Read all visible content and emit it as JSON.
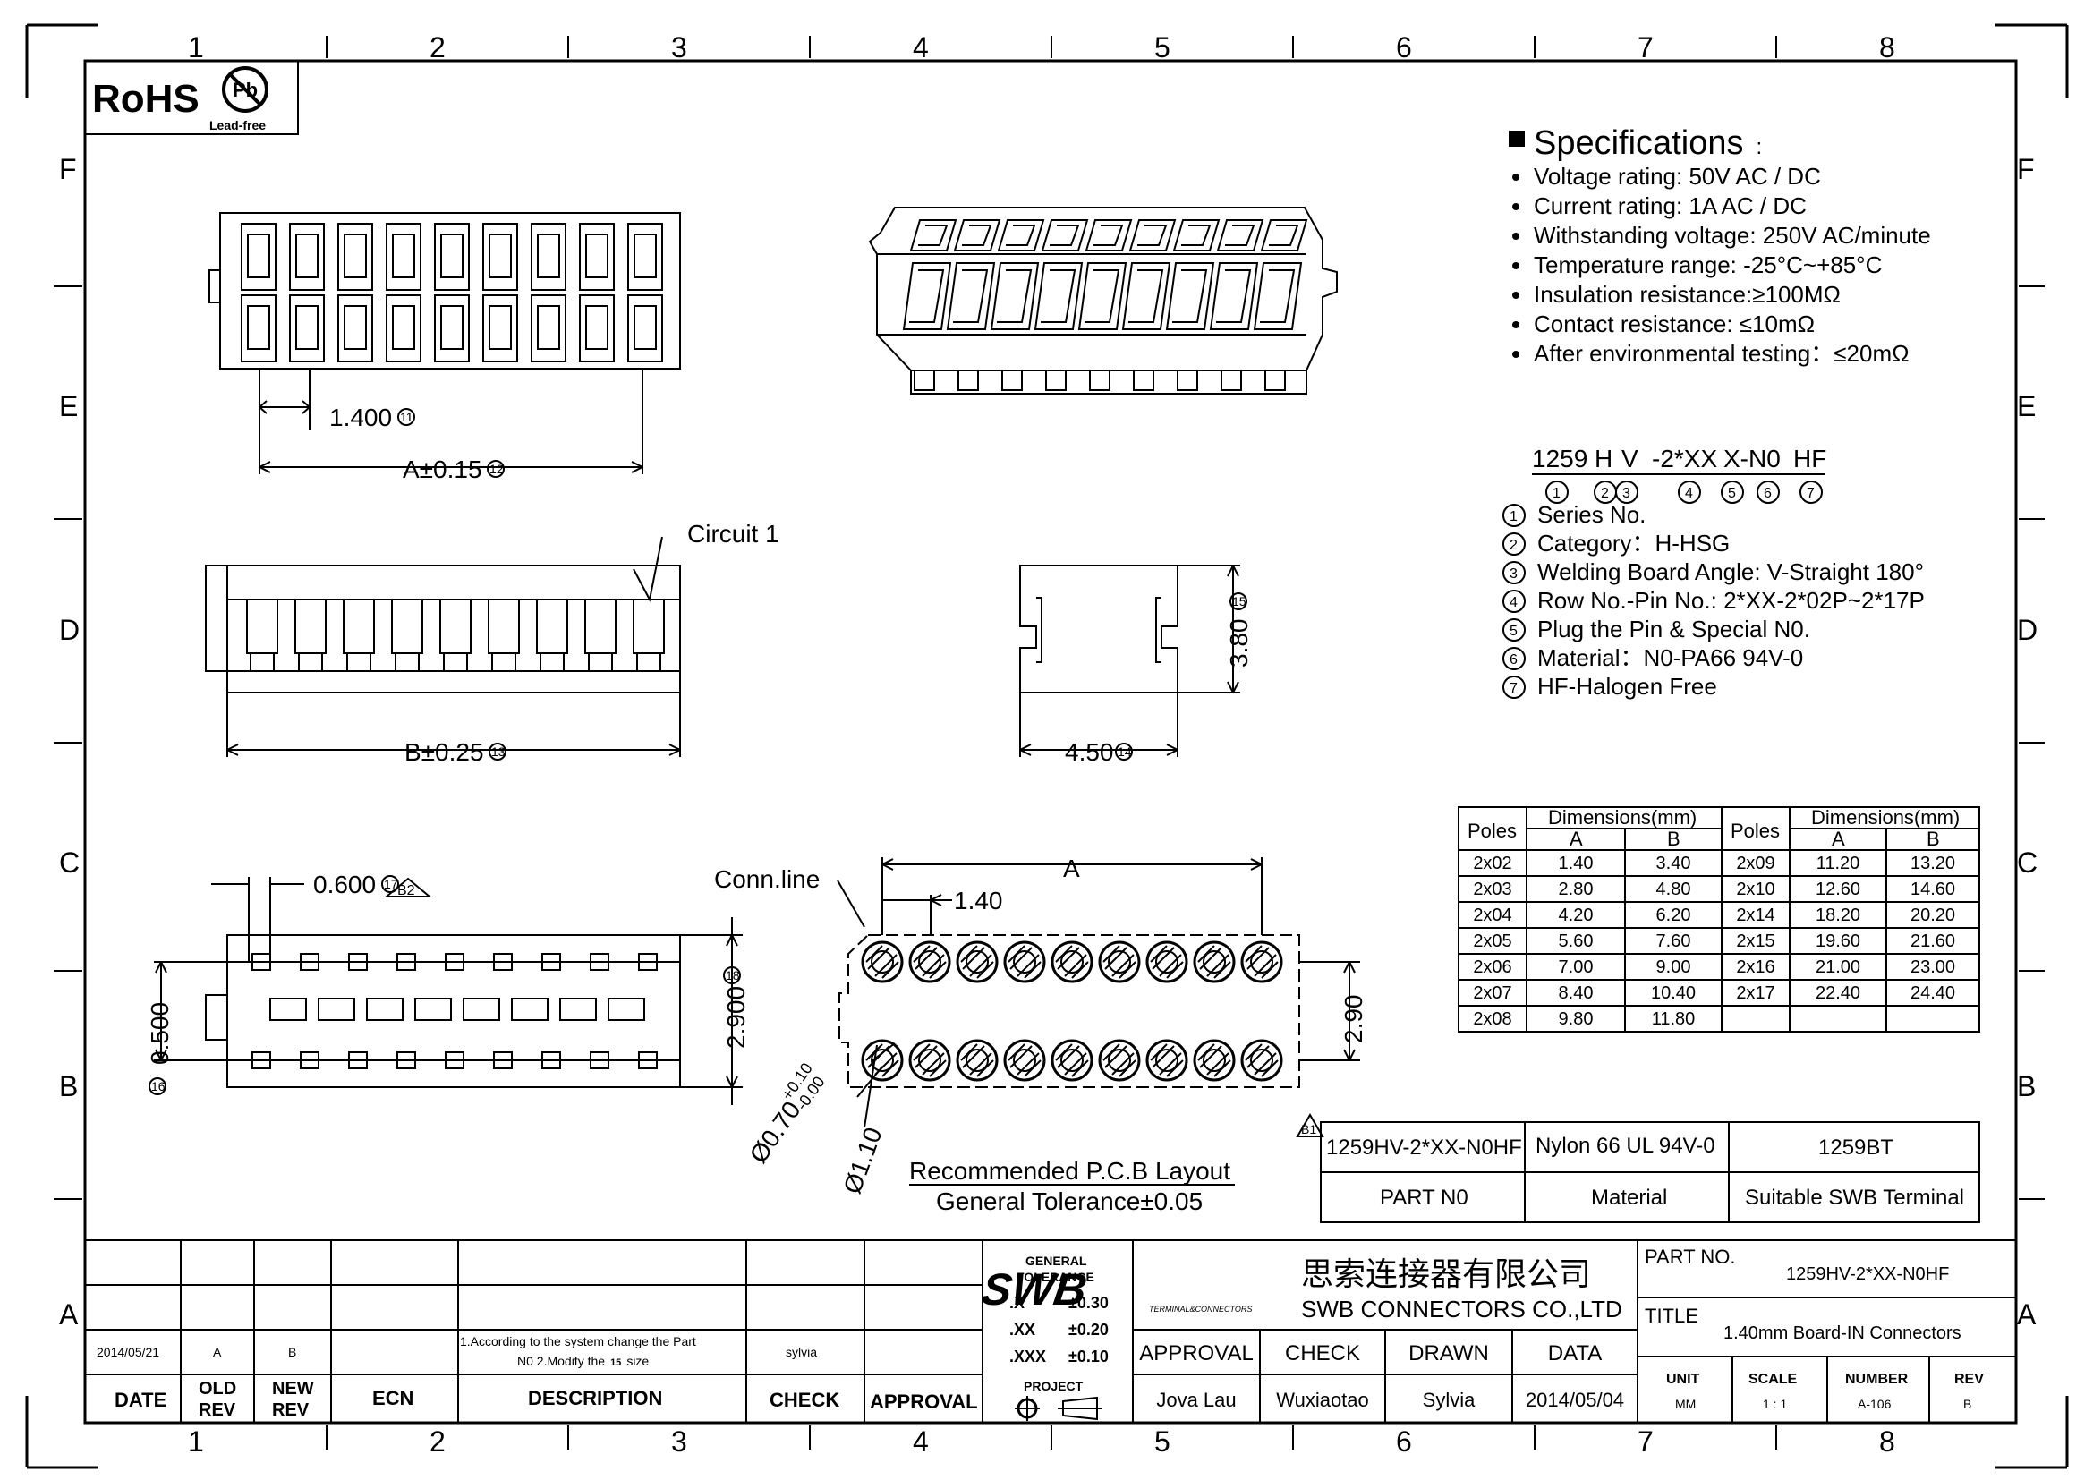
{
  "border": {
    "columns": [
      "1",
      "2",
      "3",
      "4",
      "5",
      "6",
      "7",
      "8"
    ],
    "rows": [
      "F",
      "E",
      "D",
      "C",
      "B",
      "A"
    ]
  },
  "rohs": {
    "label": "RoHS",
    "pb": "Pb",
    "lead_free": "Lead-free"
  },
  "specifications": {
    "title": "Specifications",
    "colon": ":",
    "items": [
      "Voltage rating: 50V AC / DC",
      "Current rating: 1A  AC / DC",
      "Withstanding voltage: 250V AC/minute",
      "Temperature range: -25°C~+85°C",
      "Insulation resistance:≥100MΩ",
      "Contact resistance: ≤10mΩ",
      "After environmental testing：≤20mΩ"
    ]
  },
  "part_code": {
    "segments": [
      "1259",
      "H",
      "V",
      "-2*XX",
      "X-N0",
      "HF"
    ],
    "circles": [
      "1",
      "2",
      "3",
      "4",
      "5",
      "6",
      "7"
    ],
    "legend": [
      {
        "n": "1",
        "text": "Series No."
      },
      {
        "n": "2",
        "text": "Category：H-HSG"
      },
      {
        "n": "3",
        "text": "Welding Board Angle:  V-Straight 180°"
      },
      {
        "n": "4",
        "text": "Row No.-Pin No.:  2*XX-2*02P~2*17P"
      },
      {
        "n": "5",
        "text": "Plug the Pin & Special N0."
      },
      {
        "n": "6",
        "text": "Material：N0-PA66  94V-0"
      },
      {
        "n": "7",
        "text": "HF-Halogen Free"
      }
    ]
  },
  "dims": {
    "pitch": "1.400",
    "pitch_mark": "11",
    "dim_a": "A±0.15",
    "dim_a_mark": "12",
    "dim_b": "B±0.25",
    "dim_b_mark": "13",
    "height": "3.80",
    "height_mark": "15",
    "width": "4.50",
    "width_mark": "14",
    "circuit1": "Circuit 1",
    "pcb_slot": "0.600",
    "pcb_slot_mark": "17",
    "rev_b2": "B2",
    "pcb_row": "2.900",
    "pcb_row_mark": "18",
    "pcb_slot_h": "0.500",
    "pcb_slot_h_mark": "16",
    "conn_line": "Conn.line",
    "layout_a": "A",
    "layout_pitch": "1.40",
    "layout_row": "2.90",
    "hole": "Ø0.70",
    "hole_tol_plus": "+0.10",
    "hole_tol_minus": "-0.00",
    "pad": "Ø1.10",
    "layout_title": "Recommended P.C.B Layout",
    "layout_tolerance": "General Tolerance±0.05"
  },
  "dimension_table": {
    "h_poles": "Poles",
    "h_dims": "Dimensions(mm)",
    "h_a": "A",
    "h_b": "B",
    "left": [
      [
        "2x02",
        "1.40",
        "3.40"
      ],
      [
        "2x03",
        "2.80",
        "4.80"
      ],
      [
        "2x04",
        "4.20",
        "6.20"
      ],
      [
        "2x05",
        "5.60",
        "7.60"
      ],
      [
        "2x06",
        "7.00",
        "9.00"
      ],
      [
        "2x07",
        "8.40",
        "10.40"
      ],
      [
        "2x08",
        "9.80",
        "11.80"
      ]
    ],
    "right": [
      [
        "2x09",
        "11.20",
        "13.20"
      ],
      [
        "2x10",
        "12.60",
        "14.60"
      ],
      [
        "2x14",
        "18.20",
        "20.20"
      ],
      [
        "2x15",
        "19.60",
        "21.60"
      ],
      [
        "2x16",
        "21.00",
        "23.00"
      ],
      [
        "2x17",
        "22.40",
        "24.40"
      ],
      [
        "",
        "",
        ""
      ]
    ]
  },
  "part_box": {
    "rev": "B1",
    "part": "1259HV-2*XX-N0HF",
    "material": "Nylon 66  UL 94V-0",
    "terminal": "1259BT",
    "label_part": "PART N0",
    "label_material": "Material",
    "label_terminal": "Suitable SWB  Terminal"
  },
  "revision_block": {
    "row": {
      "date": "2014/05/21",
      "old": "A",
      "new": "B",
      "ecn": "",
      "desc1": "1.According to the system change  the Part",
      "desc2": "N0     2.Modify the",
      "desc_mark": "15",
      "desc3": "size",
      "check": "sylvia",
      "approval": ""
    },
    "headers": {
      "date": "DATE",
      "old1": "OLD",
      "old2": "REV",
      "new1": "NEW",
      "new2": "REV",
      "ecn": "ECN",
      "description": "DESCRIPTION",
      "check": "CHECK",
      "approval": "APPROVAL"
    }
  },
  "tolerance": {
    "title1": "GENERAL",
    "title2": "TOLERANCE",
    "rows": [
      [
        ".X",
        "±0.30"
      ],
      [
        ".XX",
        "±0.20"
      ],
      [
        ".XXX",
        "±0.10"
      ]
    ],
    "project": "PROJECT"
  },
  "company": {
    "logo": "SWB",
    "logo_sub": "TERMINAL&CONNECTORS",
    "cn_name": "思索连接器有限公司",
    "en_name": "SWB CONNECTORS CO.,LTD"
  },
  "signoff": {
    "headers": [
      "APPROVAL",
      "CHECK",
      "DRAWN",
      "DATA"
    ],
    "values": [
      "Jova Lau",
      "Wuxiaotao",
      "Sylvia",
      "2014/05/04"
    ]
  },
  "title_block": {
    "part_label": "PART NO.",
    "part_value": "1259HV-2*XX-N0HF",
    "title_label": "TITLE",
    "title_value": "1.40mm Board-IN Connectors",
    "unit_label": "UNIT",
    "unit_value": "MM",
    "scale_label": "SCALE",
    "scale_value": "1 : 1",
    "number_label": "NUMBER",
    "number_value": "A-106",
    "rev_label": "REV",
    "rev_value": "B"
  }
}
